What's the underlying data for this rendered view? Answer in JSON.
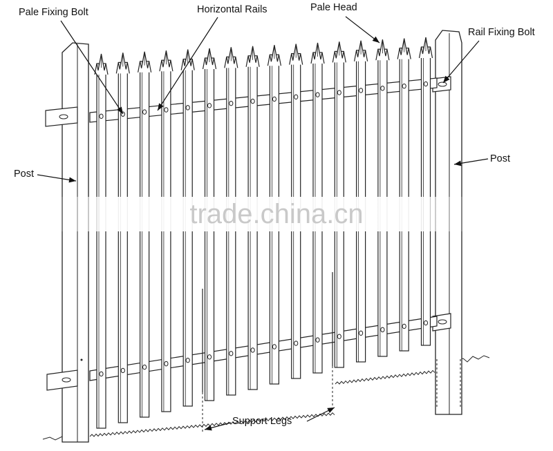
{
  "labels": {
    "pale_fixing_bolt": "Pale Fixing Bolt",
    "horizontal_rails": "Horizontal Rails",
    "pale_head": "Pale Head",
    "rail_fixing_bolt": "Rail Fixing Bolt",
    "post_left": "Post",
    "post_right": "Post",
    "support_legs": "Support Legs"
  },
  "watermark": "trade.china.cn",
  "colors": {
    "ink": "#222222",
    "fill": "#ffffff",
    "watermark": "#c9c9c9"
  }
}
